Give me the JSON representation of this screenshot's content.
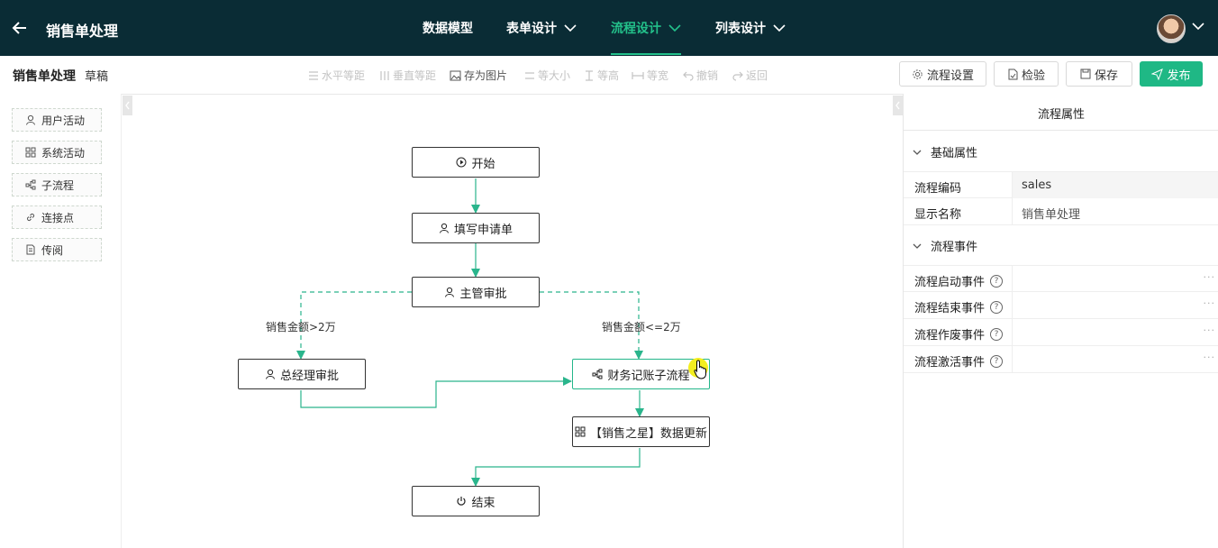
{
  "header": {
    "title": "销售单处理",
    "tabs": [
      {
        "label": "数据模型"
      },
      {
        "label": "表单设计"
      },
      {
        "label": "流程设计"
      },
      {
        "label": "列表设计"
      }
    ]
  },
  "toolbar": {
    "doc_title": "销售单处理",
    "status": "草稿",
    "tools": [
      "水平等距",
      "垂直等距",
      "存为图片",
      "等大小",
      "等高",
      "等宽",
      "撤销",
      "返回"
    ],
    "settings_label": "流程设置",
    "check_label": "检验",
    "save_label": "保存",
    "publish_label": "发布"
  },
  "palette": [
    {
      "label": "用户活动",
      "icon": "user-icon"
    },
    {
      "label": "系统活动",
      "icon": "grid-icon"
    },
    {
      "label": "子流程",
      "icon": "subprocess-icon"
    },
    {
      "label": "连接点",
      "icon": "link-icon"
    },
    {
      "label": "传阅",
      "icon": "doc-icon"
    }
  ],
  "flow": {
    "nodes": {
      "start": "开始",
      "fill": "填写申请单",
      "manager": "主管审批",
      "gm": "总经理审批",
      "sub": "财务记账子流程",
      "update": "【销售之星】数据更新",
      "end": "结束"
    },
    "edges": {
      "gt": "销售金额>2万",
      "le": "销售金额<=2万"
    }
  },
  "props": {
    "title": "流程属性",
    "basic_section": "基础属性",
    "code_label": "流程编码",
    "code_value": "sales",
    "name_label": "显示名称",
    "name_value": "销售单处理",
    "events_section": "流程事件",
    "events": [
      {
        "label": "流程启动事件"
      },
      {
        "label": "流程结束事件"
      },
      {
        "label": "流程作废事件"
      },
      {
        "label": "流程激活事件"
      }
    ],
    "more": "···"
  },
  "colors": {
    "header_bg": "#0a2c35",
    "accent": "#23c08a",
    "edge": "#2ab58c"
  }
}
